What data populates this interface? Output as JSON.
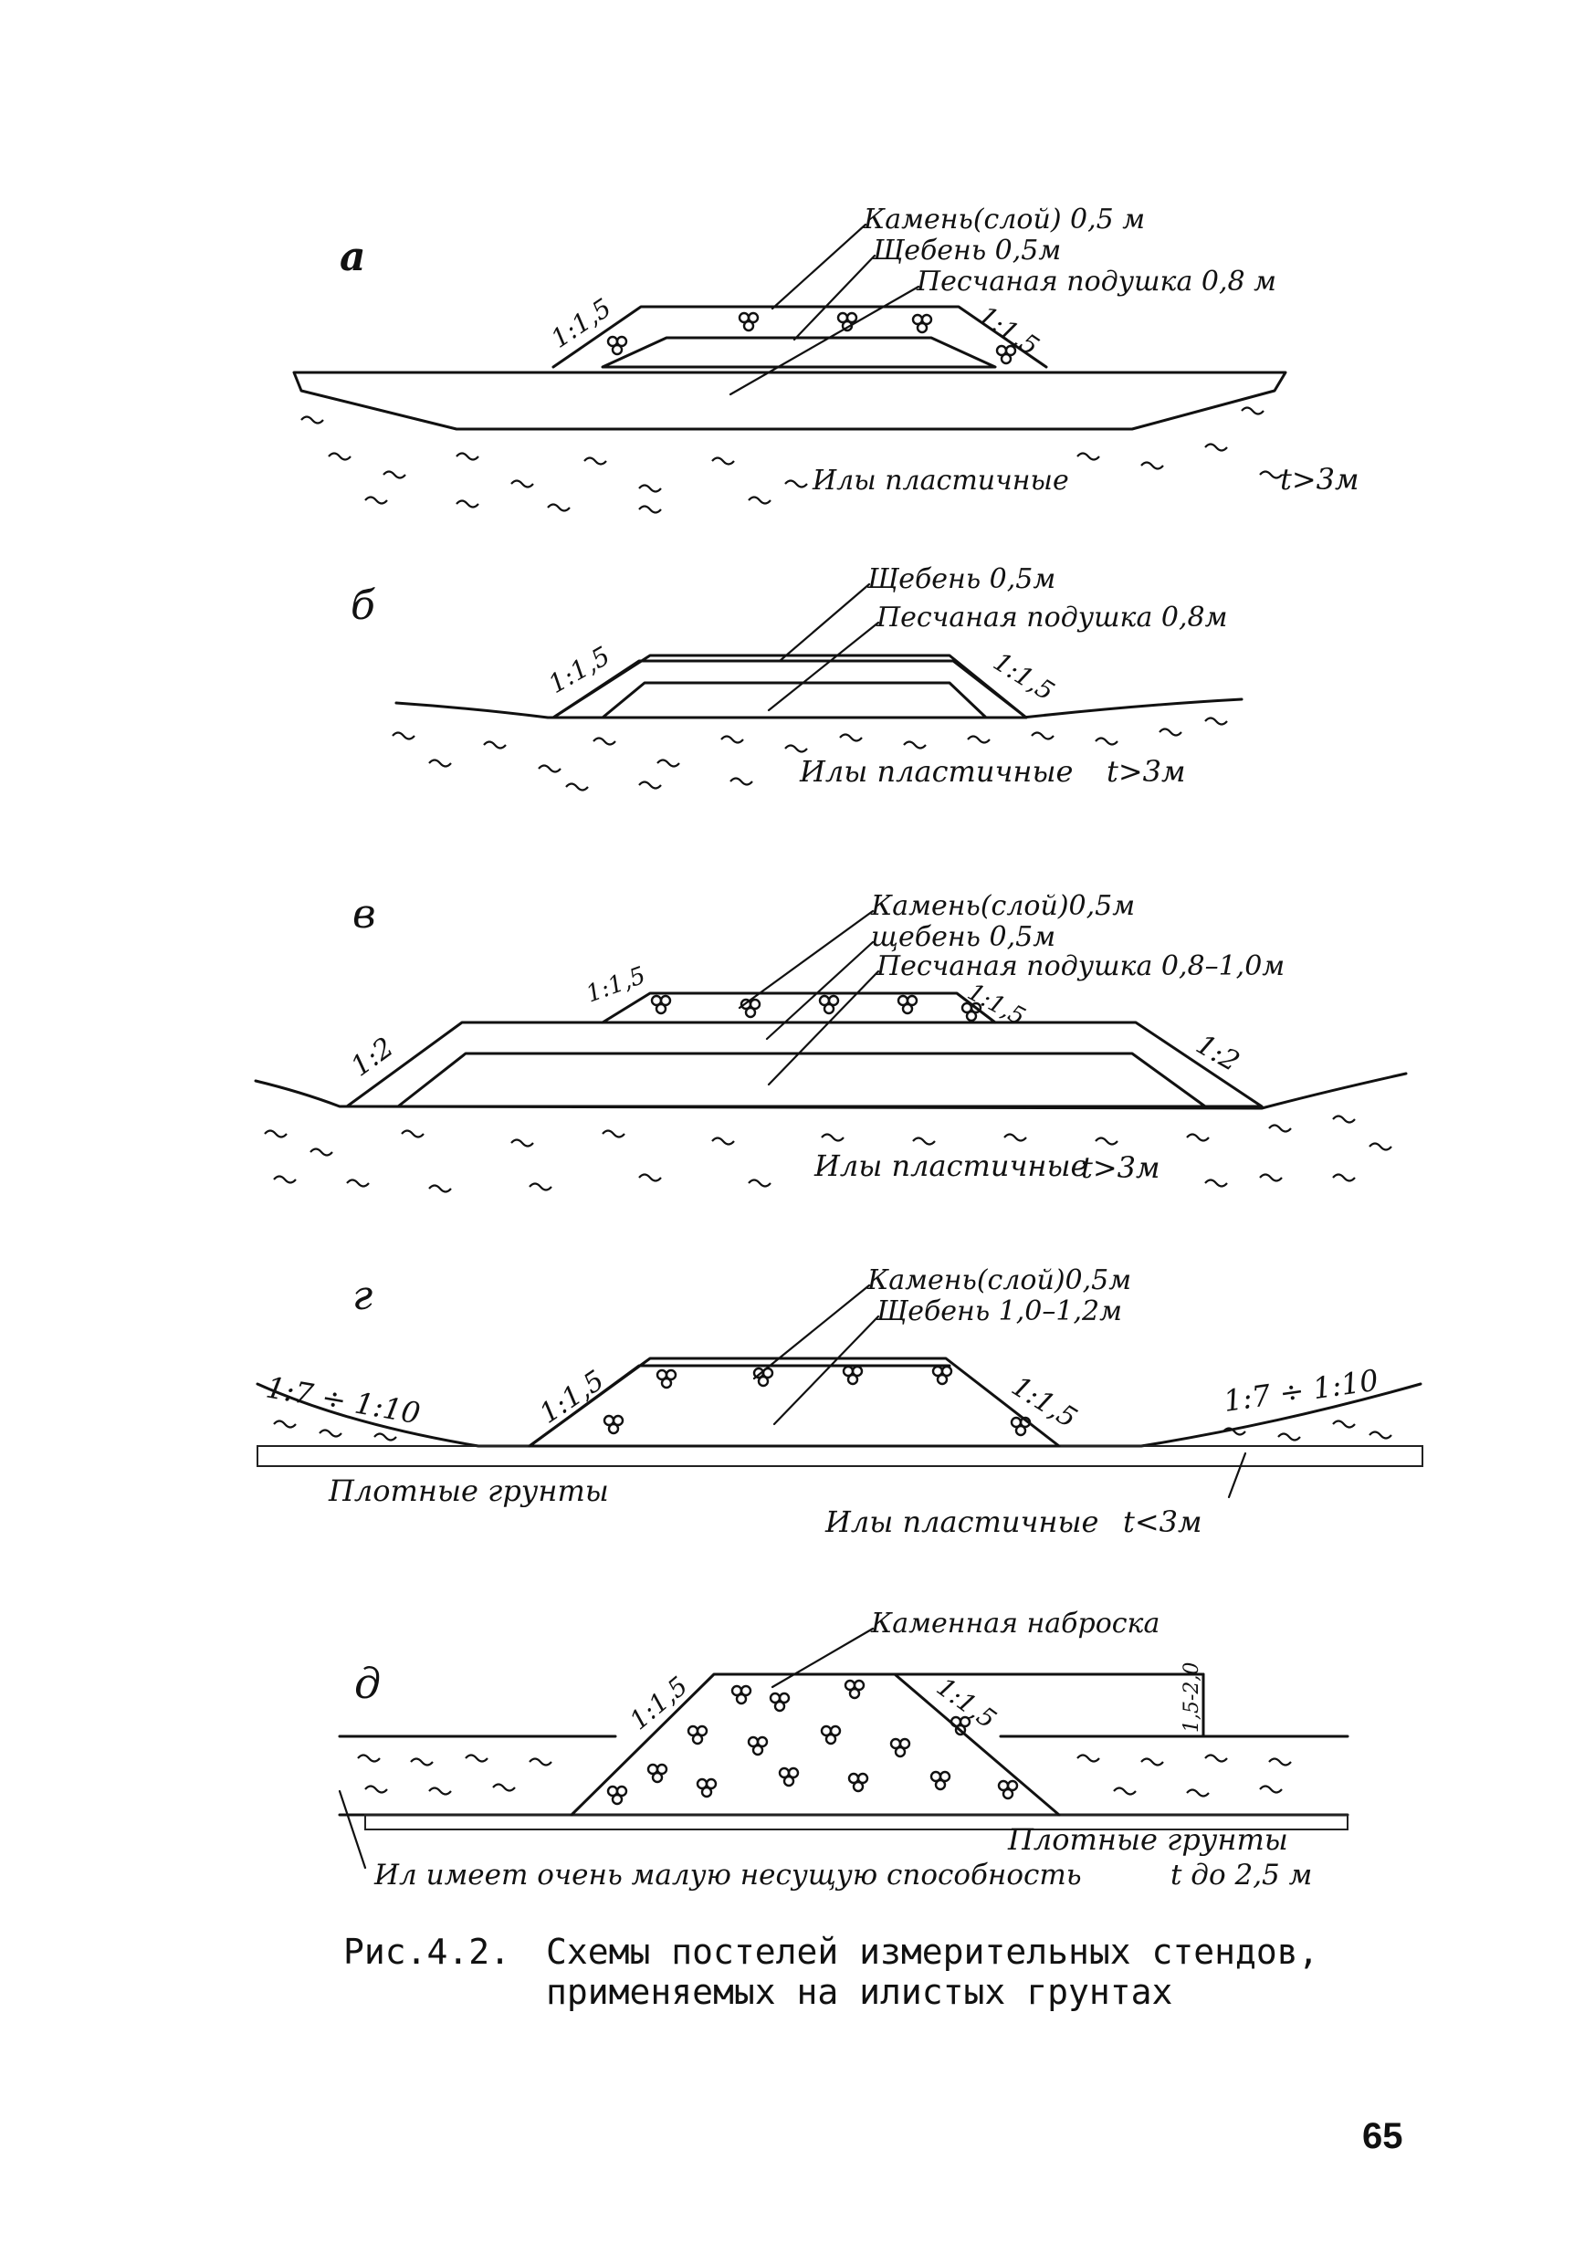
{
  "diagrams": [
    {
      "id": "a",
      "letter": "а",
      "labels": [
        "Камень(слой) 0,5 м",
        "Щебень 0,5м",
        "Песчаная подушка 0,8 м"
      ],
      "slopes": [
        "1:1,5",
        "1:1,5"
      ],
      "soil": "Илы пластичные",
      "depth": "t>3м"
    },
    {
      "id": "b",
      "letter": "б",
      "labels": [
        "Щебень 0,5м",
        "Песчаная подушка 0,8м"
      ],
      "slopes": [
        "1:1,5",
        "1:1,5"
      ],
      "soil": "Илы пластичные",
      "depth": "t>3м"
    },
    {
      "id": "v",
      "letter": "в",
      "labels": [
        "Камень(слой)0,5м",
        "щебень 0,5м",
        "Песчаная подушка 0,8–1,0м"
      ],
      "slopes": [
        "1:1,5",
        "1:1,5",
        "1:2",
        "1:2"
      ],
      "soil": "Илы пластичные",
      "depth": "t>3м"
    },
    {
      "id": "g",
      "letter": "г",
      "labels": [
        "Камень(слой)0,5м",
        "Щебень 1,0–1,2м"
      ],
      "slopes": [
        "1:1,5",
        "1:1,5",
        "1:7 ÷ 1:10",
        "1:7 ÷ 1:10"
      ],
      "soil_dense": "Плотные грунты",
      "soil": "Илы пластичные",
      "depth": "t<3м"
    },
    {
      "id": "d",
      "letter": "д",
      "labels": [
        "Каменная наброска"
      ],
      "slopes": [
        "1:1,5",
        "1:1,5"
      ],
      "height": "1,5-2,0",
      "soil_dense": "Плотные грунты",
      "note": "Ил имеет очень малую несущую способность",
      "depth": "t до 2,5 м"
    }
  ],
  "caption": {
    "number": "Рис.4.2.",
    "text": "Схемы постелей измерительных стендов, применяемых на илистых грунтах"
  },
  "page_number": "65",
  "colors": {
    "ink": "#111111",
    "paper": "#ffffff"
  },
  "icons": {
    "gravel": "stone-cluster-icon",
    "silt": "tilde-wave-icon"
  }
}
